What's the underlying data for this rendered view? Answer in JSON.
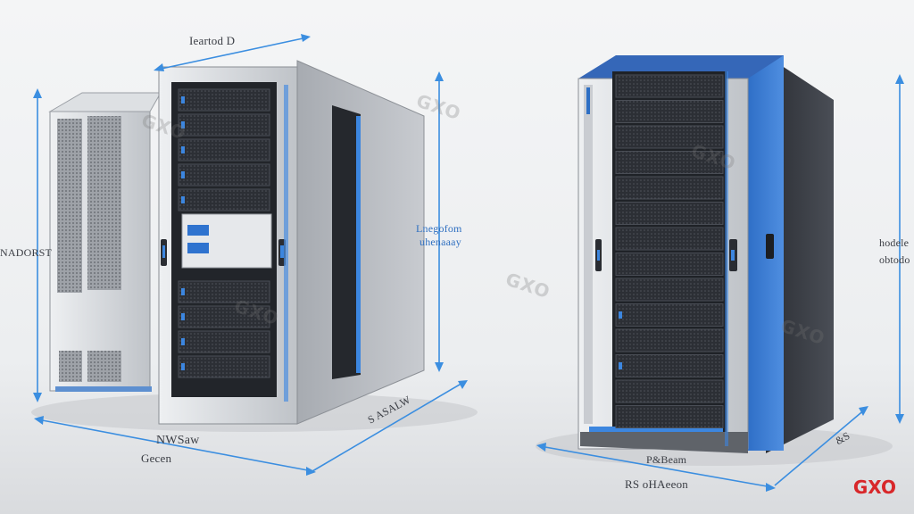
{
  "labels": {
    "top_width": "Ieartod D",
    "left_height": "NADORST",
    "mid_side_line1": "Lnegofom",
    "mid_side_line2": "uhenaaay",
    "left_front_line1": "NWSaw",
    "left_front_line2": "Gecen",
    "left_side_depth": "S ASALW",
    "right_height_line1": "hodele",
    "right_height_line2": "obtodo",
    "right_front_line1": "P&Beam",
    "right_front_line2": "RS oHAeeon",
    "right_depth": "&S"
  },
  "watermark_text": "GXO",
  "brand_text": "GXO",
  "colors": {
    "accent_blue": "#2f80d6",
    "dimension_line": "#3b8ee0",
    "cabinet_silver": "#c9ccd1",
    "rack_dark": "#2a2d33",
    "brand_red": "#d8272a"
  }
}
